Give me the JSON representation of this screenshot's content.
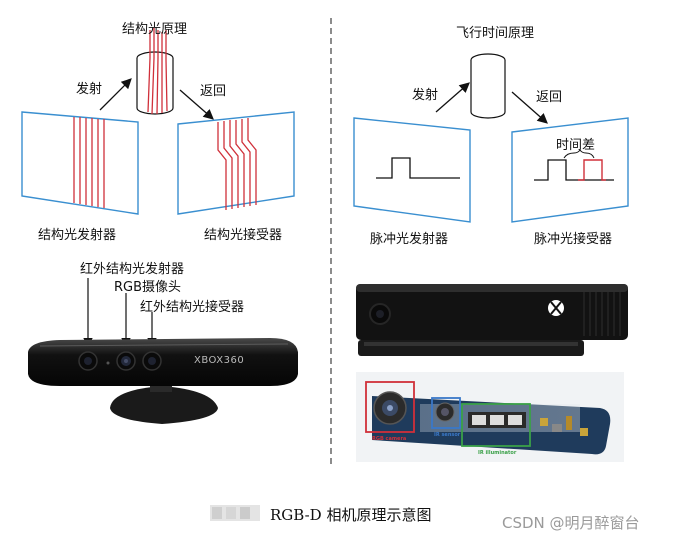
{
  "structured_light": {
    "title": "结构光原理",
    "emit_label": "发射",
    "return_label": "返回",
    "emitter_label": "结构光发射器",
    "receiver_label": "结构光接受器"
  },
  "tof": {
    "title": "飞行时间原理",
    "emit_label": "发射",
    "return_label": "返回",
    "time_diff_label": "时间差",
    "emitter_label": "脉冲光发射器",
    "receiver_label": "脉冲光接受器"
  },
  "kinect360": {
    "ir_emitter_label": "红外结构光发射器",
    "rgb_camera_label": "RGB摄像头",
    "ir_receiver_label": "红外结构光接受器",
    "brand_text": "XBOX360"
  },
  "kinect_one": {
    "rgb_camera_label": "RGB camera",
    "ir_sensor_label": "IR sensor",
    "ir_illuminator_label": "IR illuminator"
  },
  "caption": {
    "text": "RGB-D 相机原理示意图"
  },
  "watermark": {
    "text": "CSDN @明月醉窗台"
  },
  "colors": {
    "red": "#d0303a",
    "blue": "#3a78c8",
    "green": "#3aa048",
    "panel_stroke": "#3a8fd0",
    "divider": "#666666"
  }
}
